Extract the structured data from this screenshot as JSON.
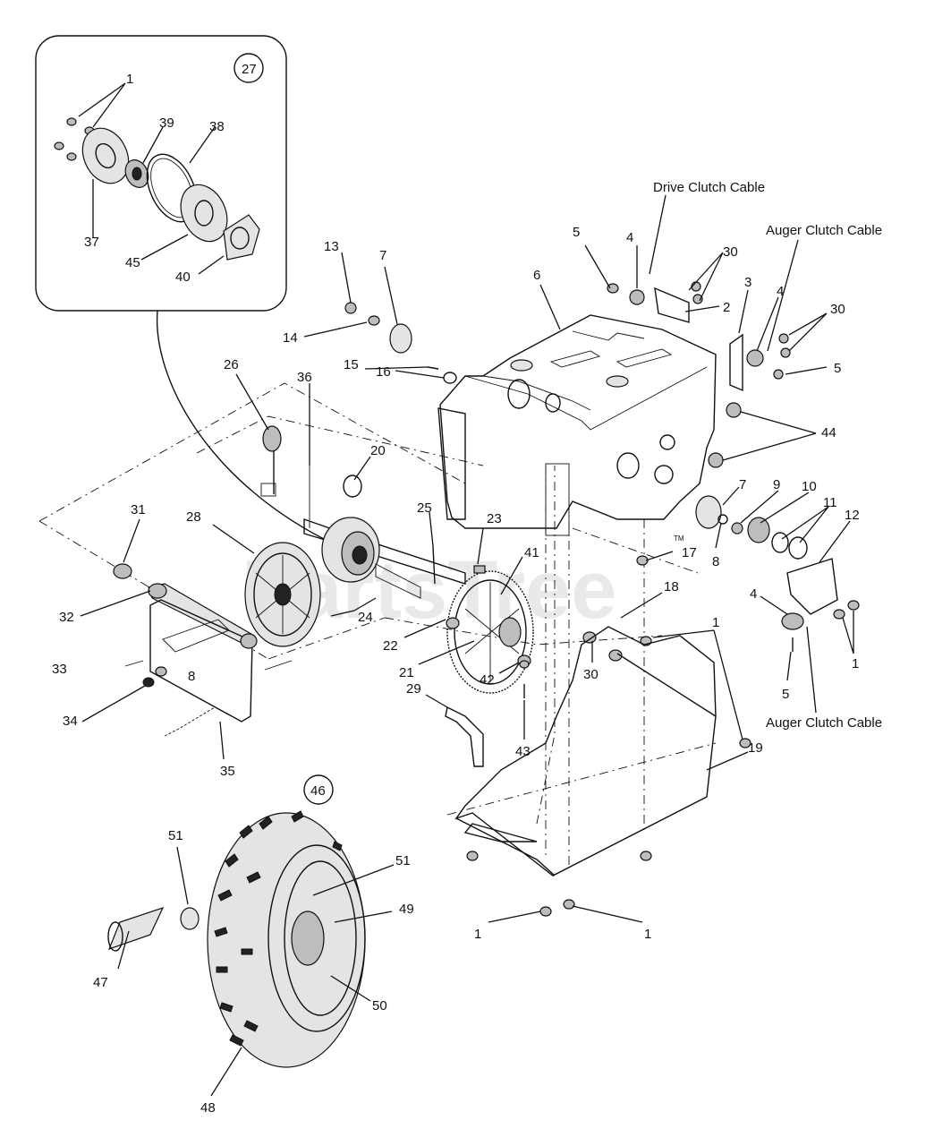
{
  "watermark": "PartsTree",
  "callouts": {
    "c27": "27",
    "c46": "46",
    "inset_1": "1",
    "inset_39": "39",
    "inset_38": "38",
    "inset_37": "37",
    "inset_45": "45",
    "inset_40": "40",
    "n13": "13",
    "n7a": "7",
    "n14": "14",
    "n15": "15",
    "n16": "16",
    "n26": "26",
    "n36": "36",
    "n20": "20",
    "n31": "31",
    "n28": "28",
    "n32": "32",
    "n33": "33",
    "n34": "34",
    "n8a": "8",
    "n35": "35",
    "n24": "24",
    "n25": "25",
    "n23": "23",
    "n41": "41",
    "n22": "22",
    "n21": "21",
    "n42": "42",
    "n43": "43",
    "n29": "29",
    "n30b": "30",
    "n18": "18",
    "n17": "17",
    "n5a": "5",
    "n4a": "4",
    "n6": "6",
    "n30a": "30",
    "n2": "2",
    "n3": "3",
    "n4b": "4",
    "n30c": "30",
    "n5b": "5",
    "n44": "44",
    "n7b": "7",
    "n9": "9",
    "n10": "10",
    "n11": "11",
    "n12": "12",
    "n8b": "8",
    "n4c": "4",
    "n1a": "1",
    "n1b": "1",
    "n5c": "5",
    "n19": "19",
    "n1c": "1",
    "n1d": "1",
    "n51a": "51",
    "n51b": "51",
    "n49": "49",
    "n47": "47",
    "n50": "50",
    "n48": "48"
  },
  "cables": {
    "drive_clutch": "Drive Clutch Cable",
    "auger_clutch_top": "Auger Clutch Cable",
    "auger_clutch_bottom": "Auger Clutch Cable"
  },
  "trademark": "TM"
}
